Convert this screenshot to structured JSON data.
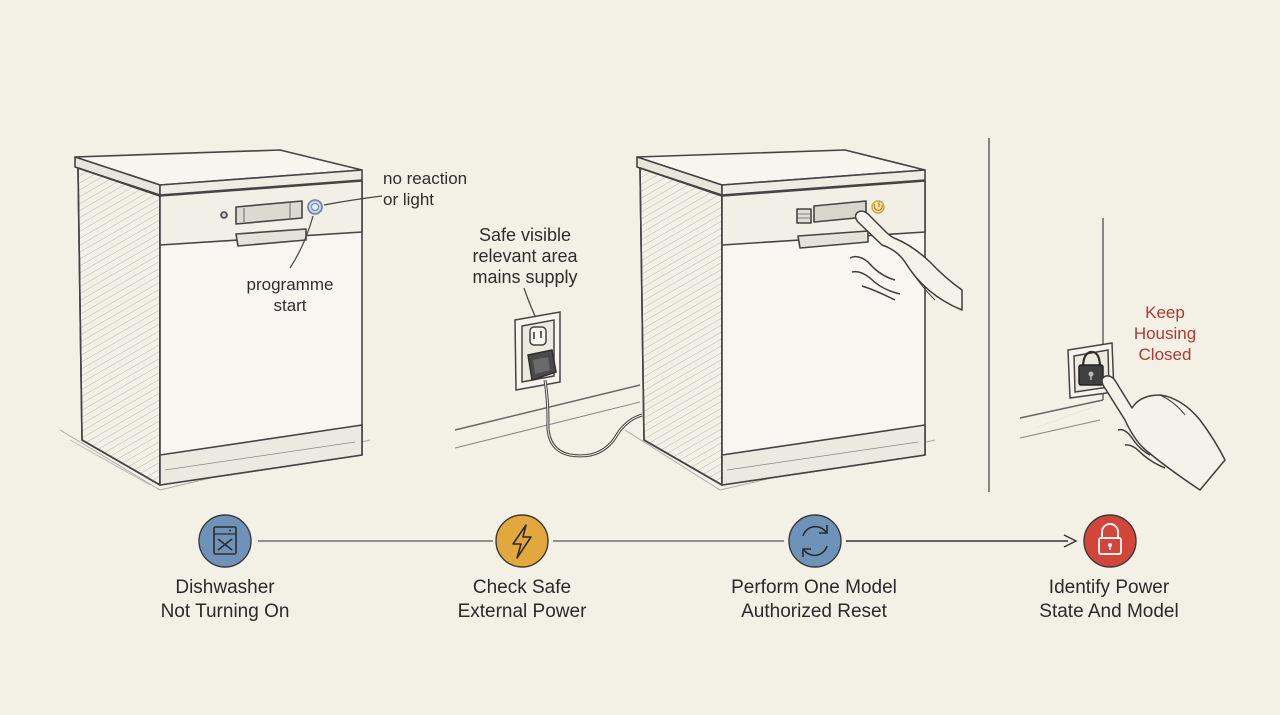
{
  "callouts": {
    "no_reaction": [
      "no reaction",
      "or light"
    ],
    "programme_start": [
      "programme",
      "start"
    ],
    "safe_visible": [
      "Safe visible",
      "relevant area",
      "mains supply"
    ],
    "keep_housing": [
      "Keep",
      "Housing",
      "Closed"
    ]
  },
  "steps": [
    {
      "icon": "dishwasher-x-icon",
      "color": "#6f93b8",
      "lines": [
        "Dishwasher",
        "Not Turning On"
      ]
    },
    {
      "icon": "lightning-bolt-icon",
      "color": "#e3a83d",
      "lines": [
        "Check Safe",
        "External Power"
      ]
    },
    {
      "icon": "refresh-cycle-icon",
      "color": "#6f93b8",
      "lines": [
        "Perform One Model",
        "Authorized Reset"
      ]
    },
    {
      "icon": "padlock-icon",
      "color": "#d1453b",
      "lines": [
        "Identify Power",
        "State And Model"
      ]
    }
  ],
  "colors": {
    "background": "#f3f0e6",
    "ink": "#4a4a4a",
    "warning_text": "#b03a32"
  }
}
